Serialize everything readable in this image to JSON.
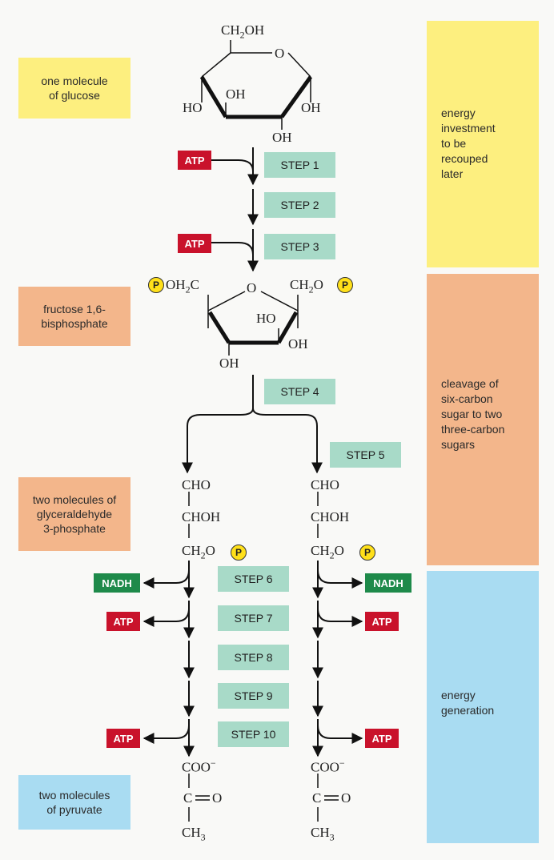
{
  "colors": {
    "yellow": "#fdef7f",
    "orange": "#f3b68b",
    "blue": "#a9dcf2",
    "step": "#a8dac8",
    "atp": "#c9122b",
    "nadh": "#1e8a4a",
    "phosphate": "#ffe01a"
  },
  "labels": {
    "glucose": "one molecule\nof glucose",
    "fructose": "fructose 1,6-\nbisphosphate",
    "g3p": "two molecules of\nglyceraldehyde\n3-phosphate",
    "pyruvate": "two molecules\nof pyruvate"
  },
  "phases": {
    "investment": "energy\ninvestment\nto be\nrecouped\nlater",
    "cleavage": "cleavage of\nsix-carbon\nsugar to two\nthree-carbon\nsugars",
    "generation": "energy\ngeneration"
  },
  "steps": [
    "STEP 1",
    "STEP 2",
    "STEP 3",
    "STEP 4",
    "STEP 5",
    "STEP 6",
    "STEP 7",
    "STEP 8",
    "STEP 9",
    "STEP 10"
  ],
  "energy": {
    "atp": "ATP",
    "nadh": "NADH"
  },
  "chem": {
    "ch2oh": "CH",
    "ch2oh_tail": "OH",
    "o": "O",
    "oh": "OH",
    "ho": "HO",
    "oh2c": "OH",
    "oh2c_tail": "C",
    "ch2o": "CH",
    "ch2o_tail": "O",
    "sub2": "2",
    "cho": "CHO",
    "choh": "CHOH",
    "coo": "COO",
    "minus": "−",
    "c": "C",
    "ch3": "CH",
    "sub3": "3",
    "p": "P"
  }
}
